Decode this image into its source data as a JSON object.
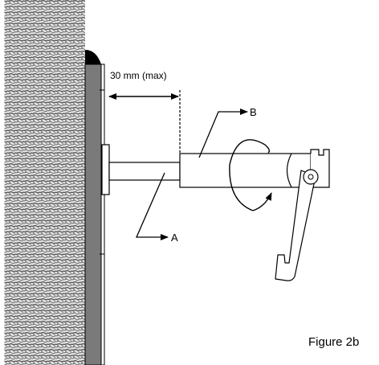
{
  "labels": {
    "dimension": "30 mm (max)",
    "part_a": "A",
    "part_b": "B",
    "caption": "Figure 2b"
  },
  "colors": {
    "line": "#000000",
    "wall_texture_light": "#e6e6e6",
    "wall_texture_dark": "#555555",
    "panel_gray": "#7a7a7a",
    "background": "#ffffff"
  }
}
